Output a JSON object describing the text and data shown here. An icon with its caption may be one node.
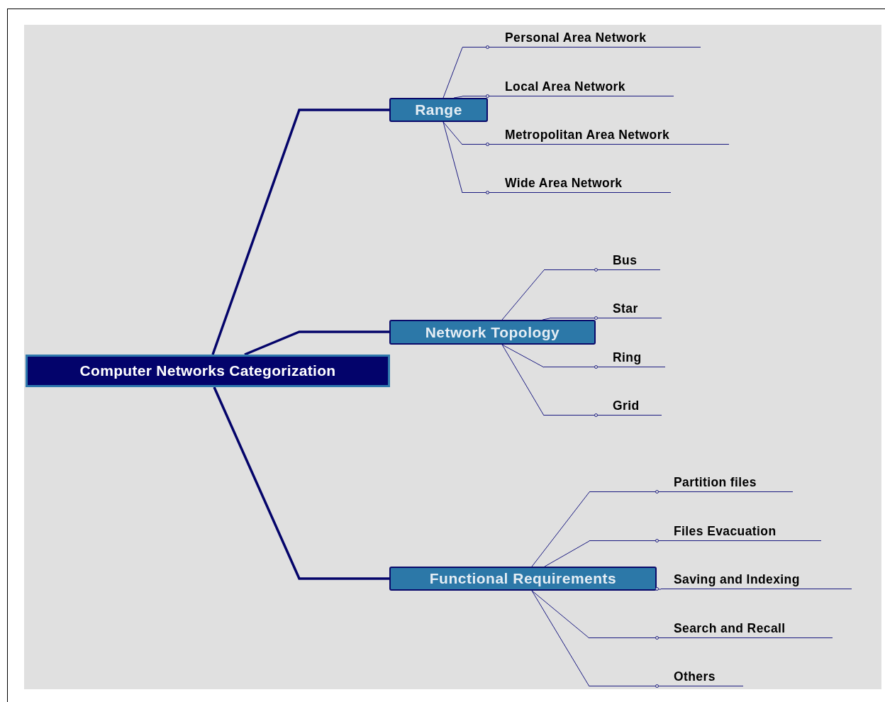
{
  "diagram": {
    "nodes": [
      {
        "text": [
          "Computer Networks Categorization"
        ]
      },
      {
        "text": [
          "Range"
        ]
      },
      {
        "text": [
          "Personal Area Network"
        ]
      },
      {
        "text": [
          "Local Area Network"
        ]
      },
      {
        "text": [
          "Metropolitan Area Network"
        ]
      },
      {
        "text": [
          "Wide Area Network"
        ]
      },
      {
        "text": [
          "Network Topology"
        ]
      },
      {
        "text": [
          "Bus"
        ]
      },
      {
        "text": [
          "Star"
        ]
      },
      {
        "text": [
          "Ring"
        ]
      },
      {
        "text": [
          "Grid"
        ]
      },
      {
        "text": [
          "Functional Requirements"
        ]
      },
      {
        "text": [
          "Partition files"
        ]
      },
      {
        "text": [
          "Files Evacuation"
        ]
      },
      {
        "text": [
          "Saving and Indexing"
        ]
      },
      {
        "text": [
          "Search and Recall"
        ]
      },
      {
        "text": [
          "Others"
        ]
      }
    ],
    "edges": [
      {
        "from": 0,
        "to": 1,
        "arrow": "none",
        "style": "thick"
      },
      {
        "from": 0,
        "to": 6,
        "arrow": "none",
        "style": "thick"
      },
      {
        "from": 0,
        "to": 11,
        "arrow": "none",
        "style": "thick"
      },
      {
        "from": 1,
        "to": 2,
        "arrow": "none"
      },
      {
        "from": 1,
        "to": 3,
        "arrow": "none"
      },
      {
        "from": 1,
        "to": 4,
        "arrow": "none"
      },
      {
        "from": 1,
        "to": 5,
        "arrow": "none"
      },
      {
        "from": 6,
        "to": 7,
        "arrow": "none"
      },
      {
        "from": 6,
        "to": 8,
        "arrow": "none"
      },
      {
        "from": 6,
        "to": 9,
        "arrow": "none"
      },
      {
        "from": 6,
        "to": 10,
        "arrow": "none"
      },
      {
        "from": 11,
        "to": 12,
        "arrow": "none"
      },
      {
        "from": 11,
        "to": 13,
        "arrow": "none"
      },
      {
        "from": 11,
        "to": 14,
        "arrow": "none"
      },
      {
        "from": 11,
        "to": 15,
        "arrow": "none"
      },
      {
        "from": 11,
        "to": 16,
        "arrow": "none"
      }
    ]
  }
}
